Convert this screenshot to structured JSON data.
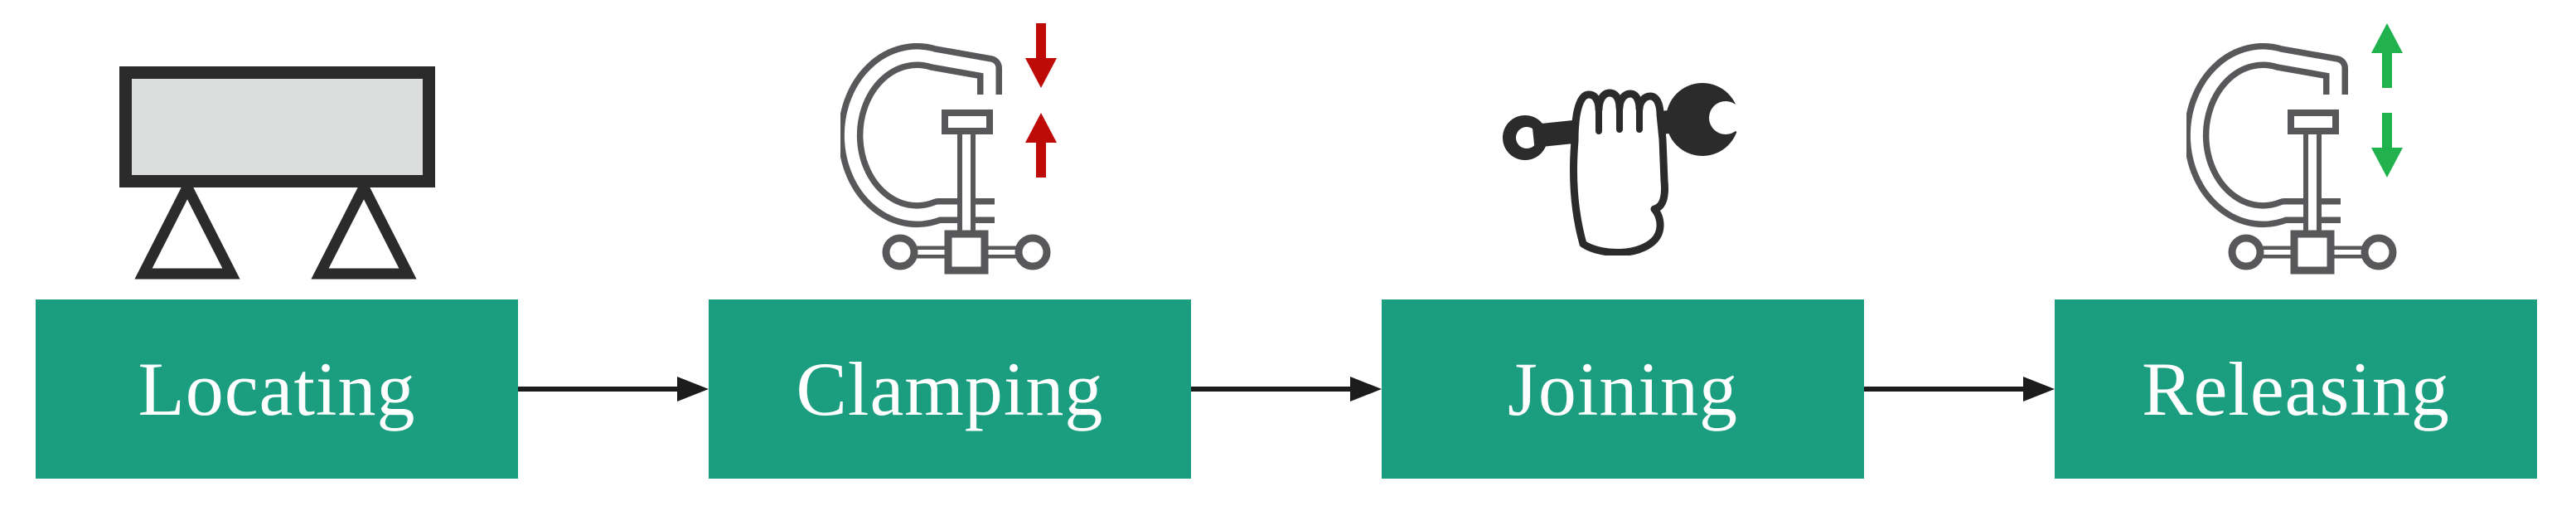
{
  "diagram_type": "process-flow",
  "stages": [
    {
      "label": "Locating",
      "icon": "workpiece-on-two-v-locators",
      "icon_description": "gray rectangular workpiece resting on two triangular locator supports"
    },
    {
      "label": "Clamping",
      "icon": "c-clamp",
      "arrows": {
        "direction": "converging",
        "color": "#be0b08",
        "meaning": "clamp force applied"
      }
    },
    {
      "label": "Joining",
      "icon": "hand-holding-wrench",
      "icon_description": "fist gripping an open-end wrench"
    },
    {
      "label": "Releasing",
      "icon": "c-clamp",
      "arrows": {
        "direction": "diverging",
        "color": "#21b24e",
        "meaning": "clamp force released"
      }
    }
  ],
  "connectors": {
    "count": 3,
    "style": "horizontal-arrow",
    "color": "#1c1c1c"
  },
  "colors": {
    "box_fill": "#1b9e80",
    "box_text": "#ffffff",
    "connector": "#1c1c1c",
    "clamp_outline": "#58585a",
    "dark_icon_outline": "#2b2b2b",
    "workpiece_fill": "#dbdedd",
    "clamping_arrows": "#be0b08",
    "releasing_arrows": "#21b24e",
    "background": "#ffffff"
  }
}
